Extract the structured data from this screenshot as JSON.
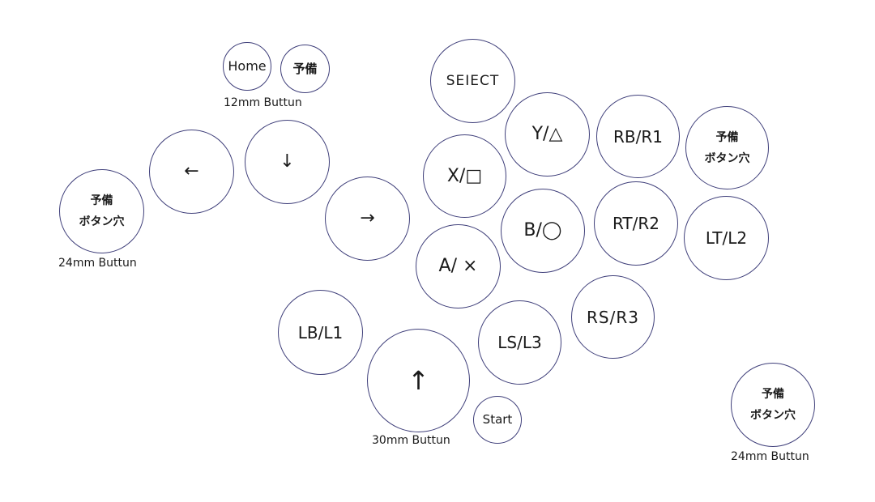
{
  "buttons": {
    "home": "Home",
    "spare_top": "予備",
    "select": "SEIECT",
    "left": "←",
    "down": "↓",
    "right": "→",
    "up": "↑",
    "y": "Y/△",
    "rb": "RB/R1",
    "x": "X/□",
    "b": "B/◯",
    "rt": "RT/R2",
    "lt": "LT/L2",
    "a": "A/ ×",
    "rs": "RS/R3",
    "ls": "LS/L3",
    "lb": "LB/L1",
    "start": "Start",
    "spare_hole": {
      "line1": "予備",
      "line2": "ボタン穴"
    }
  },
  "size_labels": {
    "small": "12mm Buttun",
    "medium": "24mm Buttun",
    "large": "30mm Buttun"
  },
  "colors": {
    "outline": "#3f3f7a",
    "text": "#1a1a1a",
    "background": "#ffffff"
  }
}
